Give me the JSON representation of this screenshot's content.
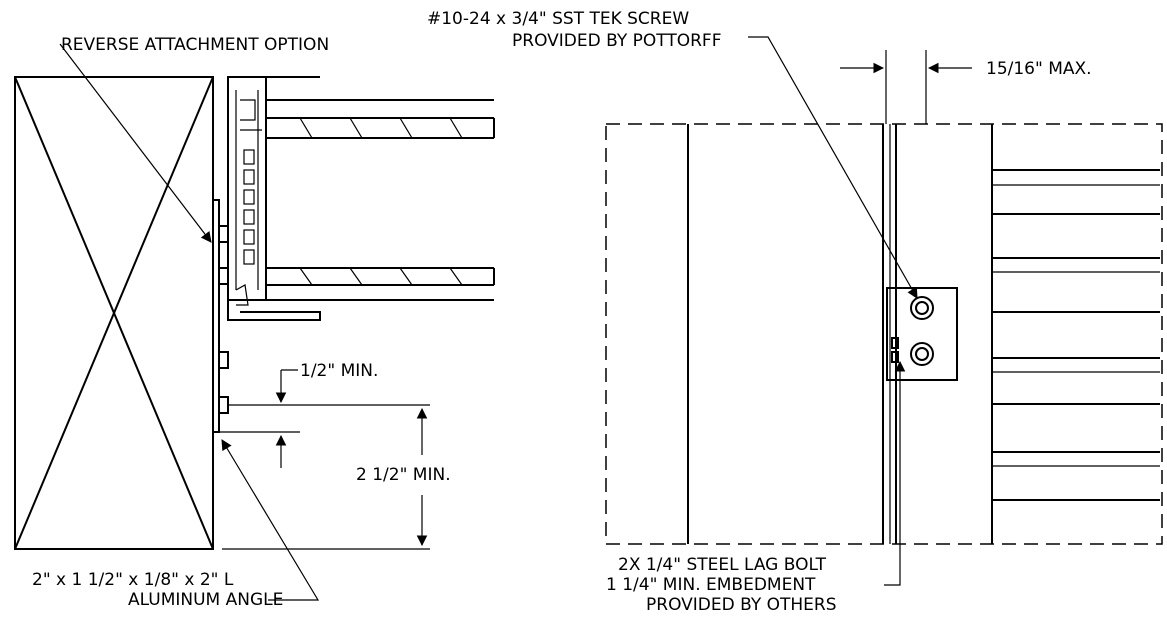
{
  "labels": {
    "reverse_attachment": "REVERSE ATTACHMENT OPTION",
    "screw_line1": "#10-24 x 3/4\" SST TEK SCREW",
    "screw_line2": "PROVIDED BY POTTORFF",
    "max_gap": "15/16\" MAX.",
    "half_min": "1/2\" MIN.",
    "two_half_min": "2 1/2\" MIN.",
    "angle_line1": "2\" x 1 1/2\" x 1/8\" x 2\" L",
    "angle_line2": "ALUMINUM ANGLE",
    "bolt_line1": "2X 1/4\" STEEL LAG BOLT",
    "bolt_line2": "1 1/4\"  MIN. EMBEDMENT",
    "bolt_line3": "PROVIDED BY OTHERS"
  }
}
